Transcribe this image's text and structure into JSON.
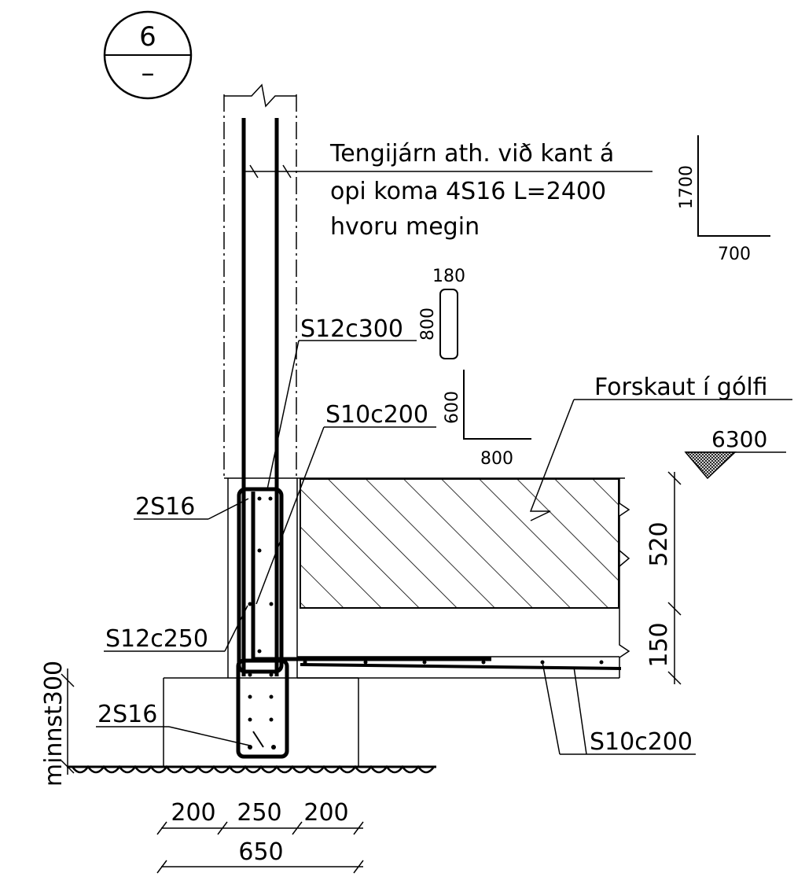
{
  "detail": {
    "number": "6",
    "sheet": "–"
  },
  "notes": {
    "dowel_line1": "Tengijárn ath. við kant á",
    "dowel_line2": "opi koma 4S16 L=2400",
    "dowel_line3": "hvoru megin",
    "floor_mesh": "Forskaut í gólfi"
  },
  "bends": {
    "dowel_vert": "1700",
    "dowel_horiz": "700",
    "stirrup_top": "180",
    "stirrup_side": "800",
    "lbar_vert": "600",
    "lbar_horiz": "800"
  },
  "rebar": {
    "s12c300": "S12c300",
    "s10c200_wall": "S10c200",
    "top_2s16": "2S16",
    "s12c250": "S12c250",
    "bottom_2s16": "2S16",
    "s10c200_floor": "S10c200"
  },
  "level": {
    "value": "6300"
  },
  "dims": {
    "slab": "520",
    "layer": "150",
    "minnst": "minnst300",
    "d200a": "200",
    "d250": "250",
    "d200b": "200",
    "total": "650"
  },
  "colors": {
    "ink": "#000000",
    "background": "#ffffff"
  }
}
